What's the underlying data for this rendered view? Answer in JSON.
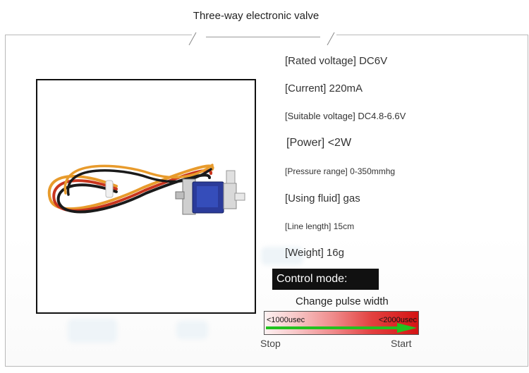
{
  "page": {
    "title": "Three-way electronic valve"
  },
  "specs": [
    {
      "bracket": "[Rated voltage]",
      "value": "DC6V"
    },
    {
      "bracket": "[Current]",
      "value": "220mA"
    },
    {
      "bracket": "[Suitable voltage]",
      "value": "DC4.8-6.6V"
    },
    {
      "bracket": "[Power]",
      "value": "<2W"
    },
    {
      "bracket": "[Pressure range]",
      "value": "0-350mmhg"
    },
    {
      "bracket": "[Using fluid]",
      "value": "gas"
    },
    {
      "bracket": "[Line length]",
      "value": "15cm"
    },
    {
      "bracket": "[Weight]",
      "value": "16g"
    }
  ],
  "control": {
    "mode_label": "Control mode:",
    "pulse_label": "Change pulse width",
    "min_label": "<1000usec",
    "max_label": "<2000usec",
    "stop_label": "Stop",
    "start_label": "Start"
  },
  "colors": {
    "gradient_high": "#d41414",
    "arrow": "#22c21f",
    "valve_coil": "#2b3b9a",
    "wire_black": "#1a1a1a",
    "wire_red": "#c8351e",
    "wire_orange": "#e89b2c"
  }
}
